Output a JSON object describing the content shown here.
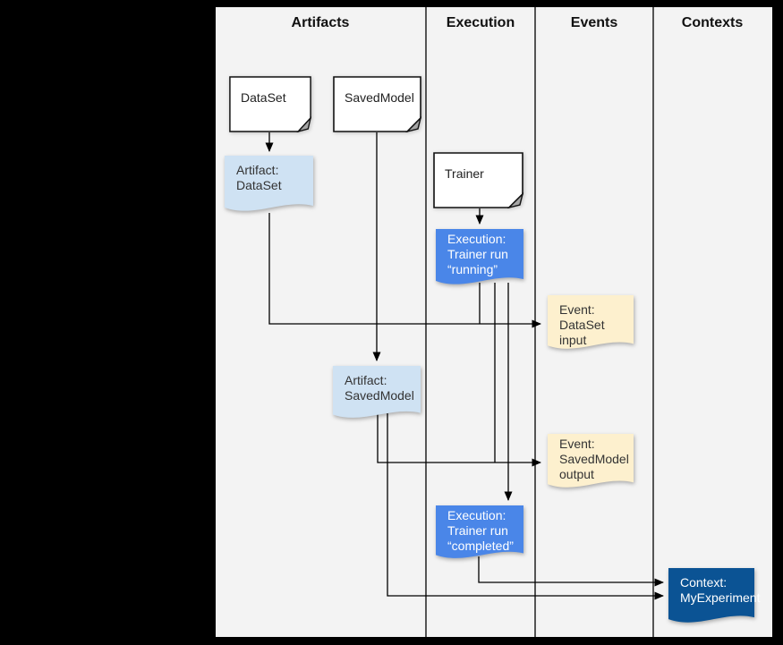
{
  "columns": [
    {
      "label": "Artifacts"
    },
    {
      "label": "Execution"
    },
    {
      "label": "Events"
    },
    {
      "label": "Contexts"
    }
  ],
  "nodes": {
    "dataset": {
      "label": "DataSet",
      "kind": "artifact type"
    },
    "savedmodel": {
      "label": "SavedModel",
      "kind": "artifact type"
    },
    "trainer": {
      "label": "Trainer",
      "kind": "execution type"
    },
    "artifact_dataset": {
      "label": "Artifact:\nDataSet",
      "kind": "artifact"
    },
    "execution_running": {
      "label": "Execution:\nTrainer run\n“running”",
      "kind": "execution"
    },
    "event_dataset_input": {
      "label": "Event:\nDataSet input",
      "kind": "event"
    },
    "artifact_savedmodel": {
      "label": "Artifact:\nSavedModel",
      "kind": "artifact"
    },
    "event_savedmodel_output": {
      "label": "Event:\nSavedModel\noutput",
      "kind": "event"
    },
    "execution_completed": {
      "label": "Execution:\nTrainer run\n“completed”",
      "kind": "execution"
    },
    "context_myexperiment": {
      "label": "Context:\nMyExperiment",
      "kind": "context"
    }
  },
  "edges": [
    {
      "from": "DataSet",
      "to": "Artifact: DataSet"
    },
    {
      "from": "SavedModel",
      "to": "Artifact: SavedModel"
    },
    {
      "from": "Trainer",
      "to": "Execution: Trainer run “running”"
    },
    {
      "from": "Artifact: DataSet",
      "to": "Event: DataSet input"
    },
    {
      "from": "Execution: Trainer run “running”",
      "to": "Event: DataSet input"
    },
    {
      "from": "Execution: Trainer run “running”",
      "to": "Event: SavedModel output"
    },
    {
      "from": "Execution: Trainer run “running”",
      "to": "Execution: Trainer run “completed”"
    },
    {
      "from": "Artifact: SavedModel",
      "to": "Event: SavedModel output"
    },
    {
      "from": "Artifact: SavedModel",
      "to": "Context: MyExperiment"
    },
    {
      "from": "Execution: Trainer run “completed”",
      "to": "Context: MyExperiment"
    }
  ],
  "colors": {
    "page_bg": "#000000",
    "board_bg": "#f3f3f3",
    "paper": "#ffffff",
    "paper_fold": "#a6a6a6",
    "artifact": "#cfe2f3",
    "execution": "#4a86e8",
    "event": "#fdf0ce",
    "context": "#0b5394",
    "line": "#000000",
    "text_dark": "#333333",
    "text_light": "#ffffff"
  }
}
